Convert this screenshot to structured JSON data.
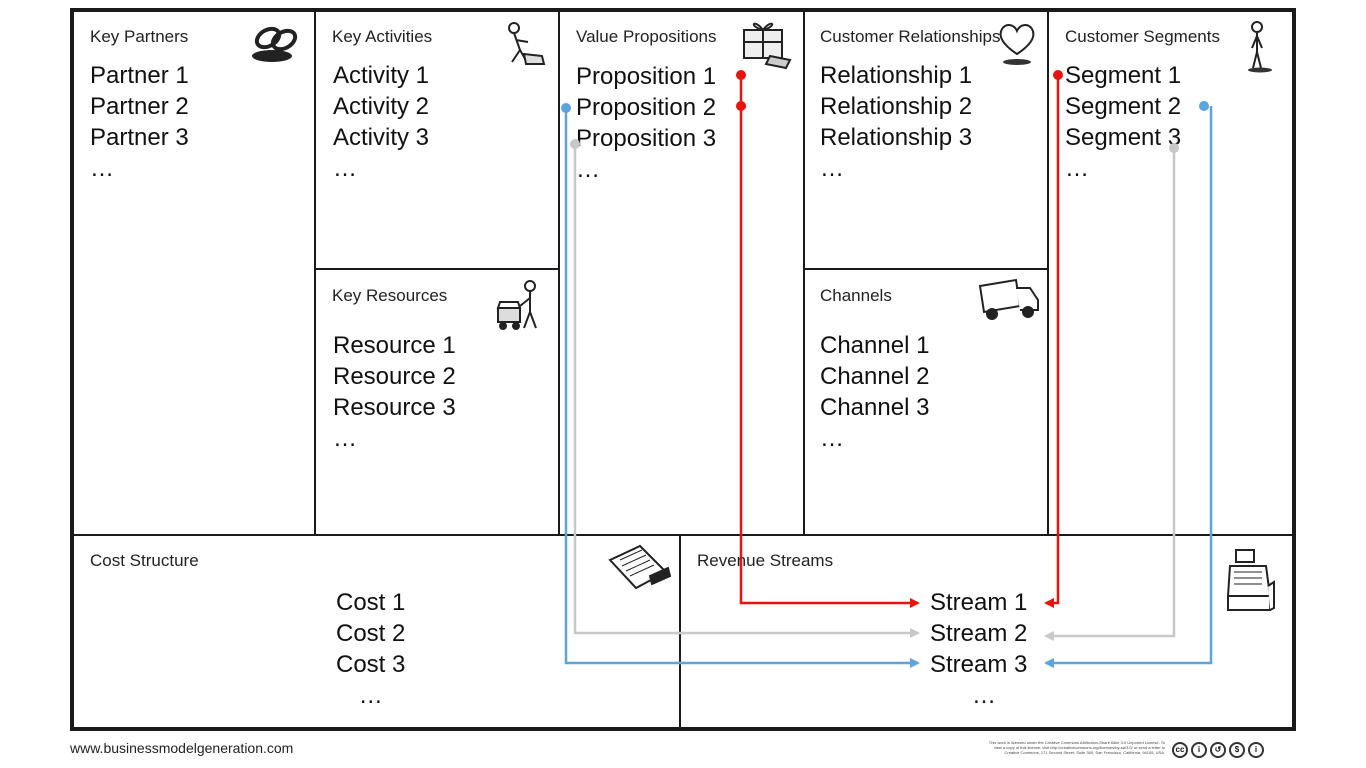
{
  "blocks": {
    "key_partners": {
      "title": "Key Partners",
      "items": [
        "Partner 1",
        "Partner 2",
        "Partner 3",
        "…"
      ],
      "icon": "chain-link-icon"
    },
    "key_activities": {
      "title": "Key Activities",
      "items": [
        "Activity 1",
        "Activity 2",
        "Activity 3",
        "…"
      ],
      "icon": "worker-icon"
    },
    "key_resources": {
      "title": "Key Resources",
      "items": [
        "Resource 1",
        "Resource 2",
        "Resource 3",
        "…"
      ],
      "icon": "forklift-worker-icon"
    },
    "value_propositions": {
      "title": "Value Propositions",
      "items": [
        "Proposition 1",
        "Proposition 2",
        "Proposition 3",
        "…"
      ],
      "icon": "gift-icon"
    },
    "customer_relationships": {
      "title": "Customer Relationships",
      "items": [
        "Relationship 1",
        "Relationship 2",
        "Relationship 3",
        "…"
      ],
      "icon": "heart-icon"
    },
    "channels": {
      "title": "Channels",
      "items": [
        "Channel 1",
        "Channel 2",
        "Channel 3",
        "…"
      ],
      "icon": "truck-icon"
    },
    "customer_segments": {
      "title": "Customer Segments",
      "items": [
        "Segment 1",
        "Segment 2",
        "Segment 3",
        "…"
      ],
      "icon": "person-icon"
    },
    "cost_structure": {
      "title": "Cost Structure",
      "items": [
        "Cost 1",
        "Cost 2",
        "Cost 3",
        "…"
      ],
      "icon": "receipt-icon"
    },
    "revenue_streams": {
      "title": "Revenue Streams",
      "items": [
        "Stream 1",
        "Stream 2",
        "Stream 3",
        "…"
      ],
      "icon": "cash-register-icon"
    }
  },
  "connections": [
    {
      "from": "Proposition 1",
      "via": "Segment 1",
      "to": "Stream 1",
      "color": "#e8130c"
    },
    {
      "from": "Proposition 3",
      "via": "Segment 3",
      "to": "Stream 2",
      "color": "#c8c8c8"
    },
    {
      "from": "Proposition 2",
      "via": "Segment 2",
      "to": "Stream 3",
      "color": "#5aa5dc"
    }
  ],
  "footer": {
    "url": "www.businessmodelgeneration.com",
    "license": "This work is licensed under the Creative Commons Attribution-Share Alike 3.0 Unported License. To view a copy of this license, visit http://creativecommons.org/licenses/by-sa/3.0/ or send a letter to Creative Commons, 171 Second Street, Suite 300, San Francisco, California, 94105, USA.",
    "cc_icons": [
      "cc-icon",
      "by-icon",
      "sa-icon",
      "nc-icon",
      "info-icon"
    ]
  }
}
